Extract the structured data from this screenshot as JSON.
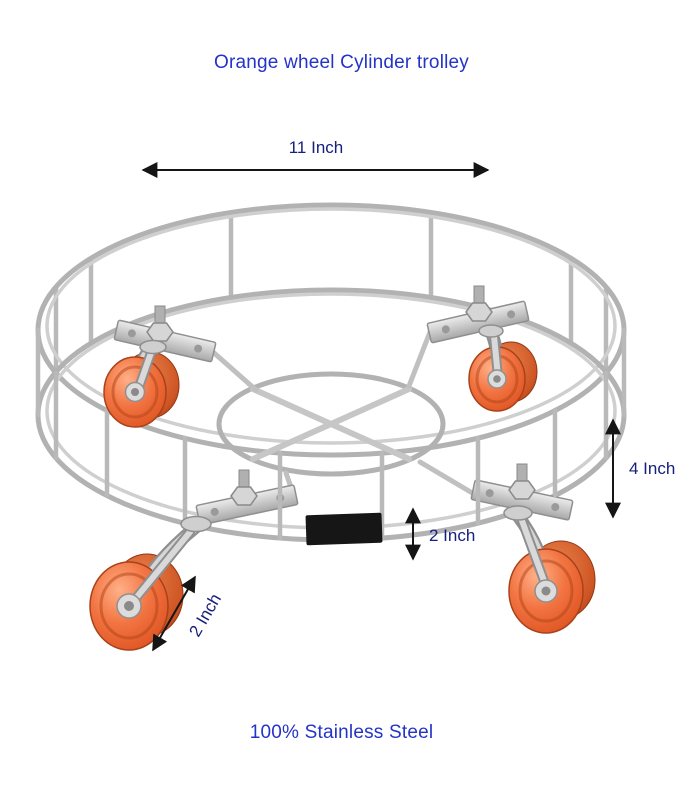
{
  "page": {
    "title": "Orange wheel Cylinder trolley",
    "footer": "100% Stainless Steel"
  },
  "dimensions": {
    "width": "11 Inch",
    "side_height": "4 Inch",
    "base_height": "2 Inch",
    "wheel_diameter": "2 Inch"
  },
  "illustration": {
    "alt": "Round stainless steel cylinder trolley frame with inner ring, cross brace and four orange swivel caster wheels"
  },
  "colors": {
    "accent": "#2433c8",
    "dim": "#17207d",
    "arrow": "#151515",
    "wheel_orange": "#ee6a3c",
    "steel_gray": "#b8b8b8",
    "background": "#ffffff"
  }
}
